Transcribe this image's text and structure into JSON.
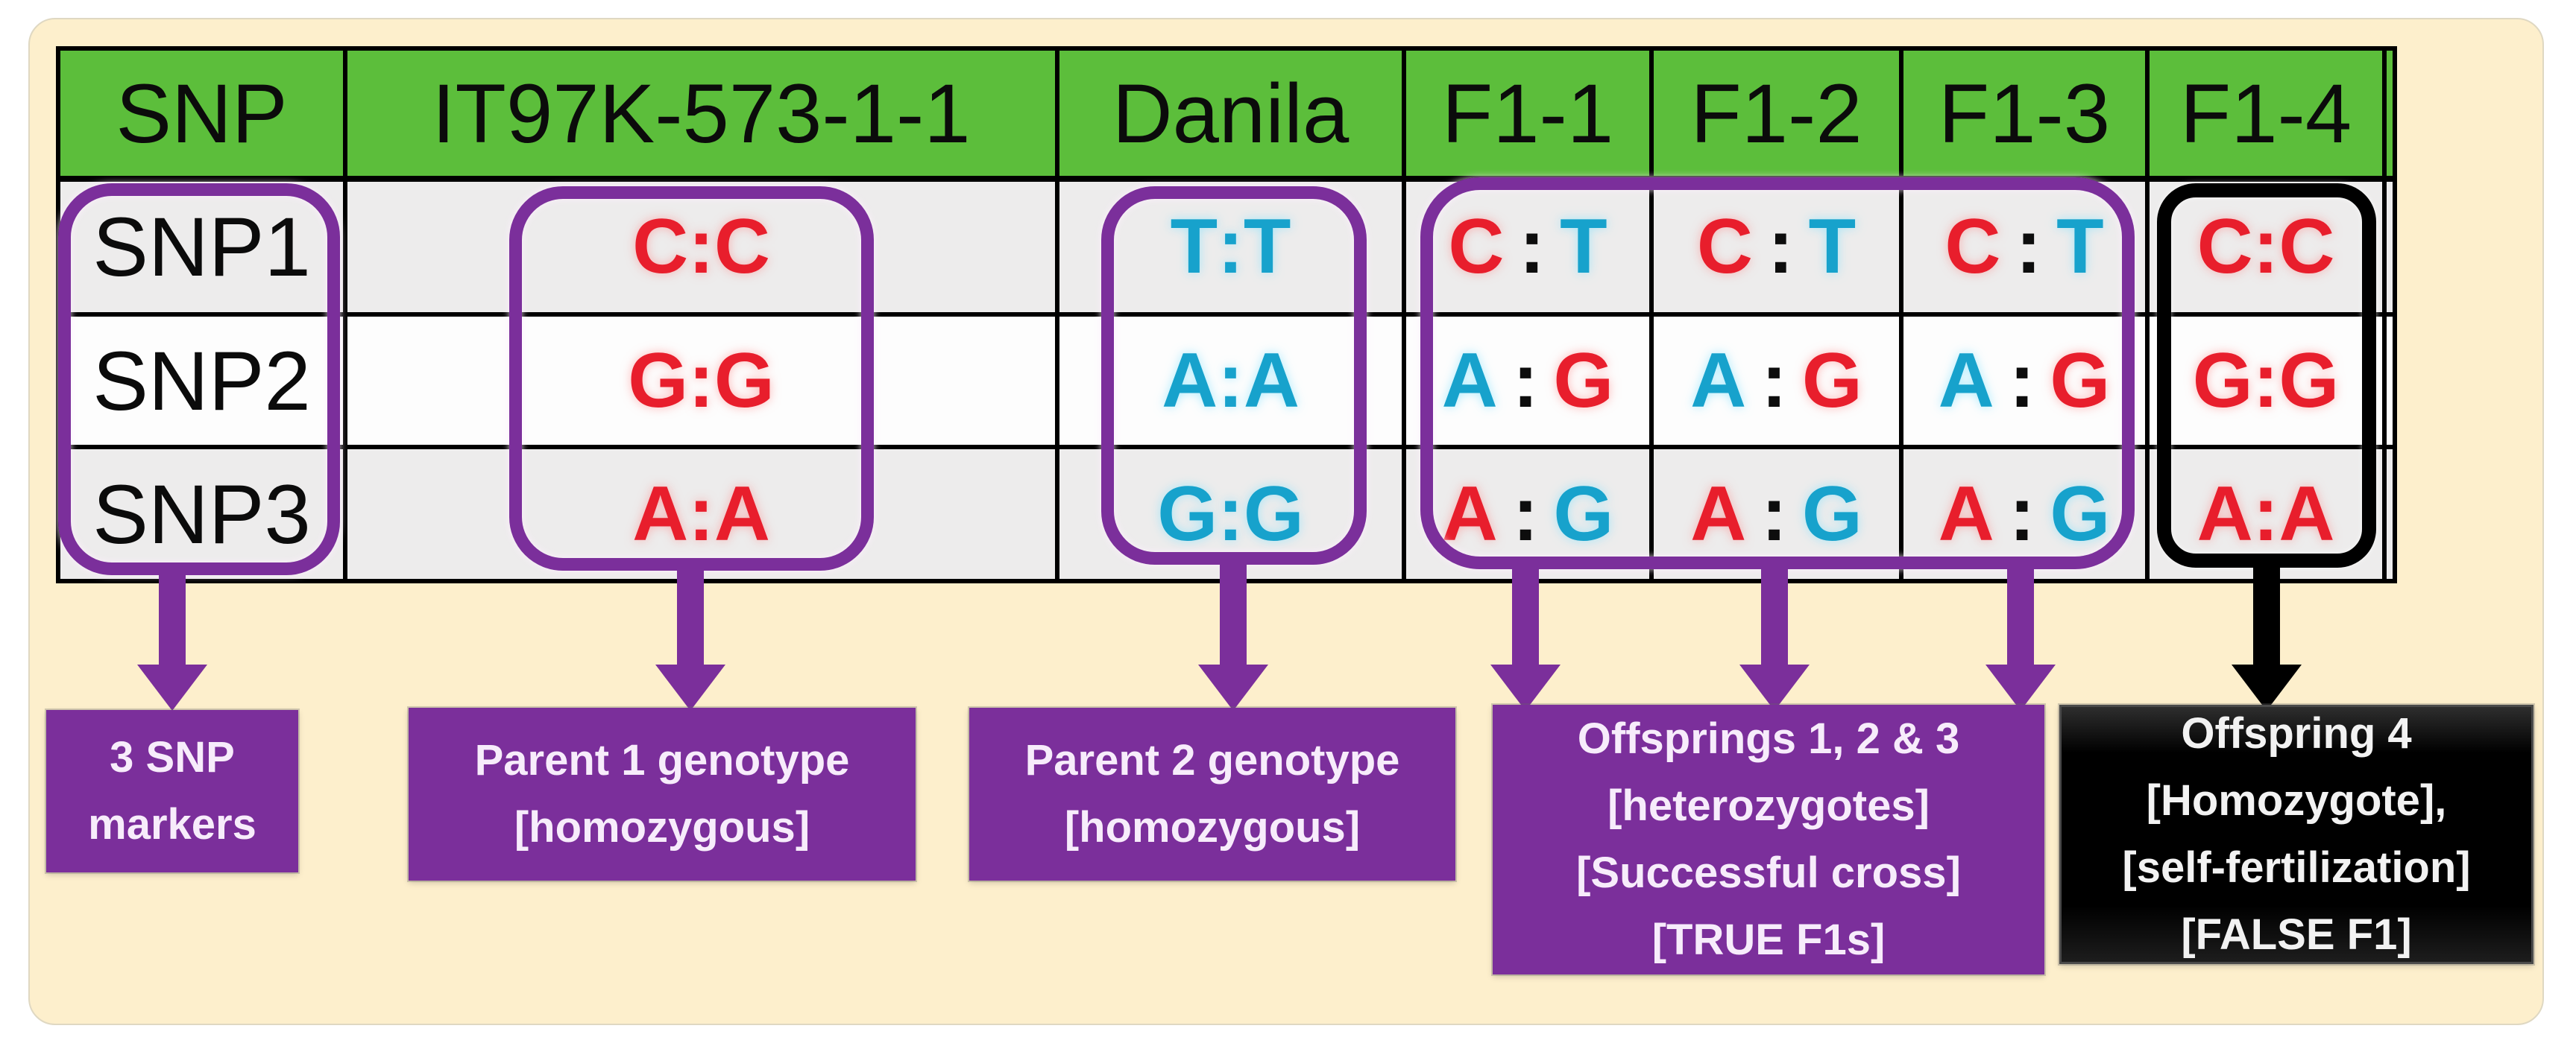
{
  "colors": {
    "page_background": "#FFFFFF",
    "canvas_background": "#FDEFCC",
    "header_green": "#5CBE3B",
    "purple": "#7B2F9B",
    "red": "#E81E2C",
    "cyan": "#17A2CC",
    "row_gray": "#EDECEC",
    "row_white": "#FDFDFD",
    "box_text": "#F7ECFB"
  },
  "table": {
    "headers": [
      "SNP",
      "IT97K-573-1-1",
      "Danila",
      "F1-1",
      "F1-2",
      "F1-3",
      "F1-4"
    ],
    "rows": [
      {
        "label": "SNP1",
        "cells": [
          {
            "parts": [
              {
                "letter": "C",
                "color": "red"
              },
              {
                "letter": ":",
                "color": "red"
              },
              {
                "letter": "C",
                "color": "red"
              }
            ]
          },
          {
            "parts": [
              {
                "letter": "T",
                "color": "cyan"
              },
              {
                "letter": ":",
                "color": "cyan"
              },
              {
                "letter": "T",
                "color": "cyan"
              }
            ]
          },
          {
            "parts": [
              {
                "letter": "C",
                "color": "red"
              },
              {
                "letter": ":",
                "color": "black"
              },
              {
                "letter": "T",
                "color": "cyan"
              }
            ]
          },
          {
            "parts": [
              {
                "letter": "C",
                "color": "red"
              },
              {
                "letter": ":",
                "color": "black"
              },
              {
                "letter": "T",
                "color": "cyan"
              }
            ]
          },
          {
            "parts": [
              {
                "letter": "C",
                "color": "red"
              },
              {
                "letter": ":",
                "color": "black"
              },
              {
                "letter": "T",
                "color": "cyan"
              }
            ]
          },
          {
            "parts": [
              {
                "letter": "C",
                "color": "red"
              },
              {
                "letter": ":",
                "color": "red"
              },
              {
                "letter": "C",
                "color": "red"
              }
            ]
          }
        ]
      },
      {
        "label": "SNP2",
        "cells": [
          {
            "parts": [
              {
                "letter": "G",
                "color": "red"
              },
              {
                "letter": ":",
                "color": "red"
              },
              {
                "letter": "G",
                "color": "red"
              }
            ]
          },
          {
            "parts": [
              {
                "letter": "A",
                "color": "cyan"
              },
              {
                "letter": ":",
                "color": "cyan"
              },
              {
                "letter": "A",
                "color": "cyan"
              }
            ]
          },
          {
            "parts": [
              {
                "letter": "A",
                "color": "cyan"
              },
              {
                "letter": ":",
                "color": "black"
              },
              {
                "letter": "G",
                "color": "red"
              }
            ]
          },
          {
            "parts": [
              {
                "letter": "A",
                "color": "cyan"
              },
              {
                "letter": ":",
                "color": "black"
              },
              {
                "letter": "G",
                "color": "red"
              }
            ]
          },
          {
            "parts": [
              {
                "letter": "A",
                "color": "cyan"
              },
              {
                "letter": ":",
                "color": "black"
              },
              {
                "letter": "G",
                "color": "red"
              }
            ]
          },
          {
            "parts": [
              {
                "letter": "G",
                "color": "red"
              },
              {
                "letter": ":",
                "color": "red"
              },
              {
                "letter": "G",
                "color": "red"
              }
            ]
          }
        ]
      },
      {
        "label": "SNP3",
        "cells": [
          {
            "parts": [
              {
                "letter": "A",
                "color": "red"
              },
              {
                "letter": ":",
                "color": "red"
              },
              {
                "letter": "A",
                "color": "red"
              }
            ]
          },
          {
            "parts": [
              {
                "letter": "G",
                "color": "cyan"
              },
              {
                "letter": ":",
                "color": "cyan"
              },
              {
                "letter": "G",
                "color": "cyan"
              }
            ]
          },
          {
            "parts": [
              {
                "letter": "A",
                "color": "red"
              },
              {
                "letter": ":",
                "color": "black"
              },
              {
                "letter": "G",
                "color": "cyan"
              }
            ]
          },
          {
            "parts": [
              {
                "letter": "A",
                "color": "red"
              },
              {
                "letter": ":",
                "color": "black"
              },
              {
                "letter": "G",
                "color": "cyan"
              }
            ]
          },
          {
            "parts": [
              {
                "letter": "A",
                "color": "red"
              },
              {
                "letter": ":",
                "color": "black"
              },
              {
                "letter": "G",
                "color": "cyan"
              }
            ]
          },
          {
            "parts": [
              {
                "letter": "A",
                "color": "red"
              },
              {
                "letter": ":",
                "color": "red"
              },
              {
                "letter": "A",
                "color": "red"
              }
            ]
          }
        ]
      }
    ]
  },
  "annotations": {
    "snp_markers": {
      "lines": [
        "3 SNP",
        "markers"
      ]
    },
    "parent1": {
      "lines": [
        "Parent 1 genotype",
        "[homozygous]"
      ]
    },
    "parent2": {
      "lines": [
        "Parent 2 genotype",
        "[homozygous]"
      ]
    },
    "offspring123": {
      "lines": [
        "Offsprings 1, 2 & 3",
        "[heterozygotes]",
        "[Successful cross]",
        "[TRUE F1s]"
      ]
    },
    "offspring4": {
      "lines": [
        "Offspring 4",
        "[Homozygote],",
        "[self-fertilization]",
        "[FALSE F1]"
      ]
    }
  }
}
